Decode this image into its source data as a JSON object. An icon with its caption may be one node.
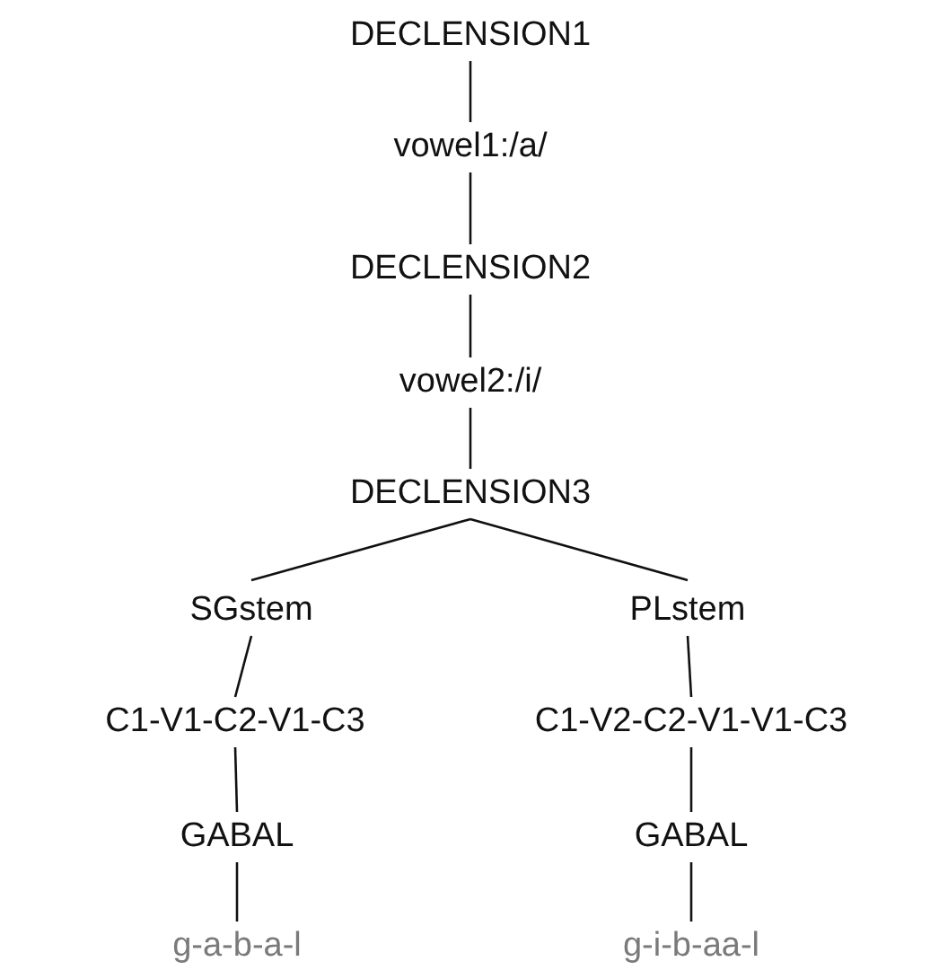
{
  "diagram": {
    "nodes": [
      {
        "text": [
          "DECLENSION1"
        ]
      },
      {
        "text": [
          "vowel1:/a/"
        ]
      },
      {
        "text": [
          "DECLENSION2"
        ]
      },
      {
        "text": [
          "vowel2:/i/"
        ]
      },
      {
        "text": [
          "DECLENSION3"
        ]
      },
      {
        "text": [
          "SGstem"
        ]
      },
      {
        "text": [
          "PLstem"
        ]
      },
      {
        "text": [
          "C1-V1-C2-V1-C3"
        ]
      },
      {
        "text": [
          "C1-V2-C2-V1-V1-C3"
        ]
      },
      {
        "text": [
          "GABAL"
        ]
      },
      {
        "text": [
          "GABAL"
        ]
      },
      {
        "text": [
          "g-a-b-a-l"
        ]
      },
      {
        "text": [
          "g-i-b-aa-l"
        ]
      }
    ],
    "edges": [
      {
        "from": 0,
        "to": 1,
        "arrow": "none"
      },
      {
        "from": 1,
        "to": 2,
        "arrow": "none"
      },
      {
        "from": 2,
        "to": 3,
        "arrow": "none"
      },
      {
        "from": 3,
        "to": 4,
        "arrow": "none"
      },
      {
        "from": 4,
        "to": 5,
        "arrow": "none"
      },
      {
        "from": 4,
        "to": 6,
        "arrow": "none"
      },
      {
        "from": 5,
        "to": 7,
        "arrow": "none"
      },
      {
        "from": 6,
        "to": 8,
        "arrow": "none"
      },
      {
        "from": 7,
        "to": 9,
        "arrow": "none"
      },
      {
        "from": 8,
        "to": 10,
        "arrow": "none"
      },
      {
        "from": 9,
        "to": 11,
        "arrow": "none"
      },
      {
        "from": 10,
        "to": 12,
        "arrow": "none"
      }
    ]
  }
}
